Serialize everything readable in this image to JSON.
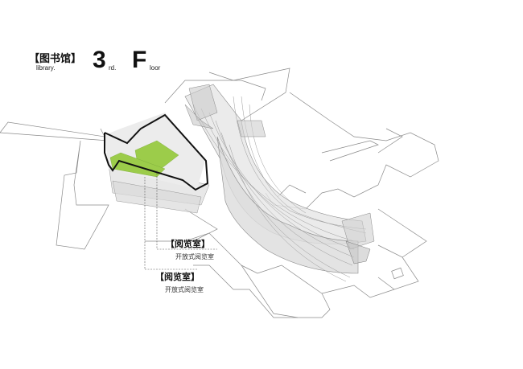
{
  "title": {
    "cn": "【图书馆】",
    "en": "library.",
    "floor_number": "3",
    "floor_suffix": "rd.",
    "floor_letter": "F",
    "floor_word": "loor"
  },
  "labels": [
    {
      "name": "【阅览室】",
      "sub": "开放式阅览室"
    },
    {
      "name": "【阅览室】",
      "sub": "开放式阅览室"
    }
  ],
  "colors": {
    "highlight_green": "#9ccc4a",
    "outline": "#111111",
    "line_gray": "#8a8a8a",
    "fill_gray": "#d8d8d8"
  }
}
